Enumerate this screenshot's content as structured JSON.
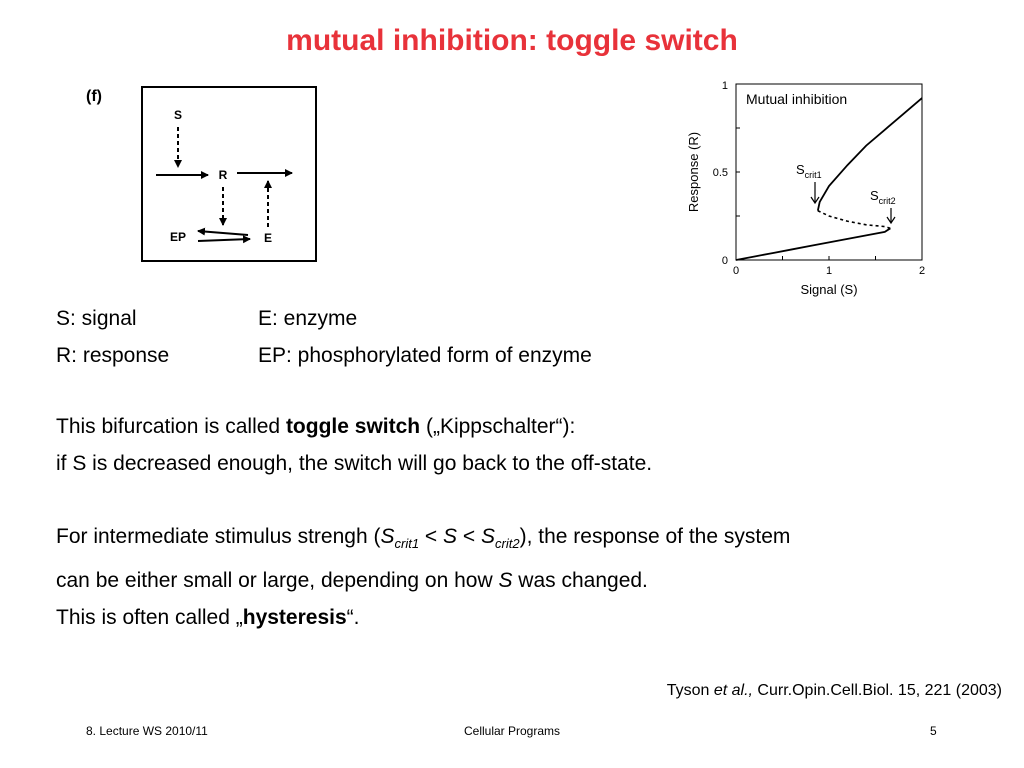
{
  "slide": {
    "title": "mutual inhibition: toggle switch",
    "panel_label": "(f)"
  },
  "diagram": {
    "nodes": {
      "S": "S",
      "R": "R",
      "EP": "EP",
      "E": "E"
    }
  },
  "plot": {
    "title": "Mutual inhibition",
    "xlabel": "Signal (S)",
    "ylabel": "Response (R)",
    "xticks": [
      "0",
      "1",
      "2"
    ],
    "yticks": [
      "0",
      "0.5",
      "1"
    ],
    "annotation_crit1": {
      "base": "S",
      "sub": "crit1"
    },
    "annotation_crit2": {
      "base": "S",
      "sub": "crit2"
    }
  },
  "chart_data": {
    "type": "line",
    "title": "Mutual inhibition",
    "xlabel": "Signal (S)",
    "ylabel": "Response (R)",
    "xlim": [
      0,
      2
    ],
    "ylim": [
      0,
      1
    ],
    "series": [
      {
        "style": "solid",
        "x": [
          0,
          0.2,
          0.4,
          0.6,
          0.8,
          1.0,
          1.2,
          1.4,
          1.6,
          1.66
        ],
        "y": [
          0.0,
          0.02,
          0.04,
          0.06,
          0.08,
          0.1,
          0.12,
          0.14,
          0.16,
          0.18
        ]
      },
      {
        "style": "dashed",
        "x": [
          0.88,
          1.0,
          1.2,
          1.4,
          1.6,
          1.66
        ],
        "y": [
          0.28,
          0.25,
          0.22,
          0.2,
          0.19,
          0.18
        ]
      },
      {
        "style": "solid",
        "x": [
          0.88,
          0.9,
          1.0,
          1.2,
          1.4,
          1.6,
          1.8,
          2.0
        ],
        "y": [
          0.28,
          0.33,
          0.42,
          0.54,
          0.65,
          0.74,
          0.83,
          0.92
        ]
      }
    ]
  },
  "definitions": {
    "s_label": "S: signal",
    "e_label": "E: enzyme",
    "r_label": "R: response",
    "ep_label": "EP: phosphorylated form of enzyme"
  },
  "para1": {
    "text_before": "This bifurcation is called ",
    "bold": "toggle switch",
    "text_after": " („Kippschalter“):",
    "line2": "if S is decreased enough, the switch will go back to the off-state."
  },
  "para2": {
    "line1_start": "For intermediate stimulus strengh (",
    "s": "S",
    "crit1": "crit1",
    "lt1": " < ",
    "s_mid": "S",
    "lt2": " < ",
    "s2": "S",
    "crit2": "crit2",
    "line1_end": "), the response of the system",
    "line2_start": "can be either small or large, depending on how ",
    "line2_s": "S",
    "line2_end": " was changed.",
    "line3_start": "This is often called „",
    "line3_bold": "hysteresis",
    "line3_end": "“."
  },
  "reference": {
    "author": "Tyson ",
    "etal": "et al.,",
    "journal": " Curr.Opin.Cell.Biol. 15, 221 (2003)"
  },
  "footer": {
    "left": "8. Lecture WS 2010/11",
    "center": "Cellular Programs",
    "right": "5"
  }
}
